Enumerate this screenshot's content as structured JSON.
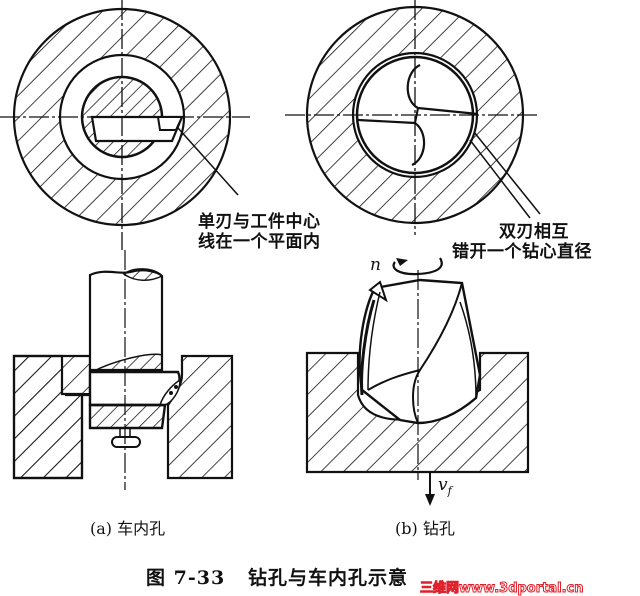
{
  "figure": {
    "number": "图 7-33",
    "title": "钻孔与车内孔示意",
    "colors": {
      "ink": "#111111",
      "background": "#ffffff",
      "watermark": "#e0202a"
    }
  },
  "panels": [
    {
      "id": "a",
      "caption": "(a) 车内孔",
      "annotation_lines": [
        "单刃与工件中心",
        "线在一个平面内"
      ]
    },
    {
      "id": "b",
      "caption": "(b) 钻孔",
      "annotation_lines": [
        "双刃相互",
        "错开一个钻心直径"
      ],
      "rotation_symbol": "n",
      "feed_symbol": "v",
      "feed_subscript": "f"
    }
  ],
  "watermark": {
    "cn": "三维网",
    "url": "www.3dportal.cn"
  }
}
